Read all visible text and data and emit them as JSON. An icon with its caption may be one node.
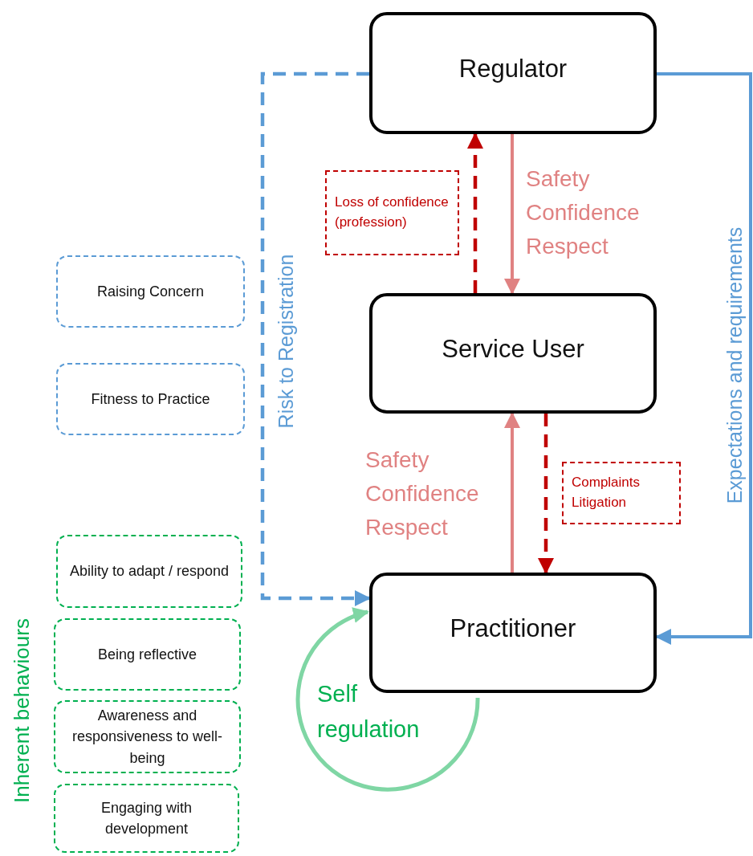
{
  "diagram": {
    "nodes": [
      {
        "text": [
          "Regulator"
        ]
      },
      {
        "text": [
          "Service User"
        ]
      },
      {
        "text": [
          "Practitioner"
        ]
      },
      {
        "text": [
          "Loss of confidence (profession)"
        ]
      },
      {
        "text": [
          "Complaints Litigation"
        ]
      },
      {
        "text": [
          "Raising Concern"
        ]
      },
      {
        "text": [
          "Fitness to Practice"
        ]
      },
      {
        "text": [
          "Ability to adapt / respond"
        ]
      },
      {
        "text": [
          "Being reflective"
        ]
      },
      {
        "text": [
          "Awareness and responsiveness to well-being"
        ]
      },
      {
        "text": [
          "Engaging with development"
        ]
      }
    ],
    "edges": [
      {
        "from": 0,
        "to": 1,
        "arrow": "to",
        "label": "Safety Confidence Respect",
        "color": "#e08282"
      },
      {
        "from": 1,
        "to": 0,
        "arrow": "to",
        "style": "dashed",
        "color": "#c00000"
      },
      {
        "from": 1,
        "to": 2,
        "arrow": "to",
        "style": "dashed",
        "color": "#c00000"
      },
      {
        "from": 2,
        "to": 1,
        "arrow": "to",
        "label": "Safety Confidence Respect",
        "color": "#e08282"
      },
      {
        "from": 0,
        "to": 2,
        "arrow": "to",
        "label": "Risk to Registration",
        "style": "dashed",
        "color": "#5b9bd5"
      },
      {
        "from": 0,
        "to": 2,
        "arrow": "to",
        "label": "Expectations and requirements",
        "color": "#5b9bd5"
      },
      {
        "from": 2,
        "to": 2,
        "arrow": "to",
        "label": "Self regulation",
        "color": "#7fd6a4"
      }
    ],
    "labels": [
      "Inherent behaviours"
    ]
  }
}
